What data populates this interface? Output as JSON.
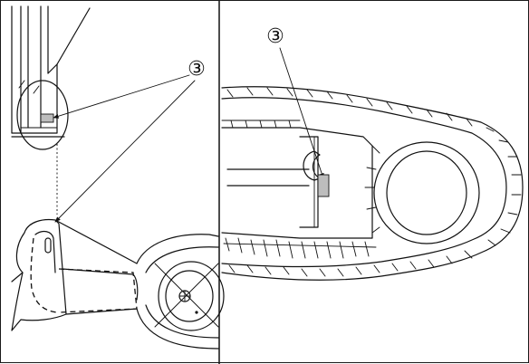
{
  "figure": {
    "left_panel": {
      "callout": "③"
    },
    "right_panel": {
      "callout": "③"
    },
    "colors": {
      "line": "#111111",
      "label_fill": "#bdbdbd",
      "background": "#ffffff"
    },
    "icons": [
      "decal-label",
      "callout-arrow",
      "center-mark"
    ]
  }
}
